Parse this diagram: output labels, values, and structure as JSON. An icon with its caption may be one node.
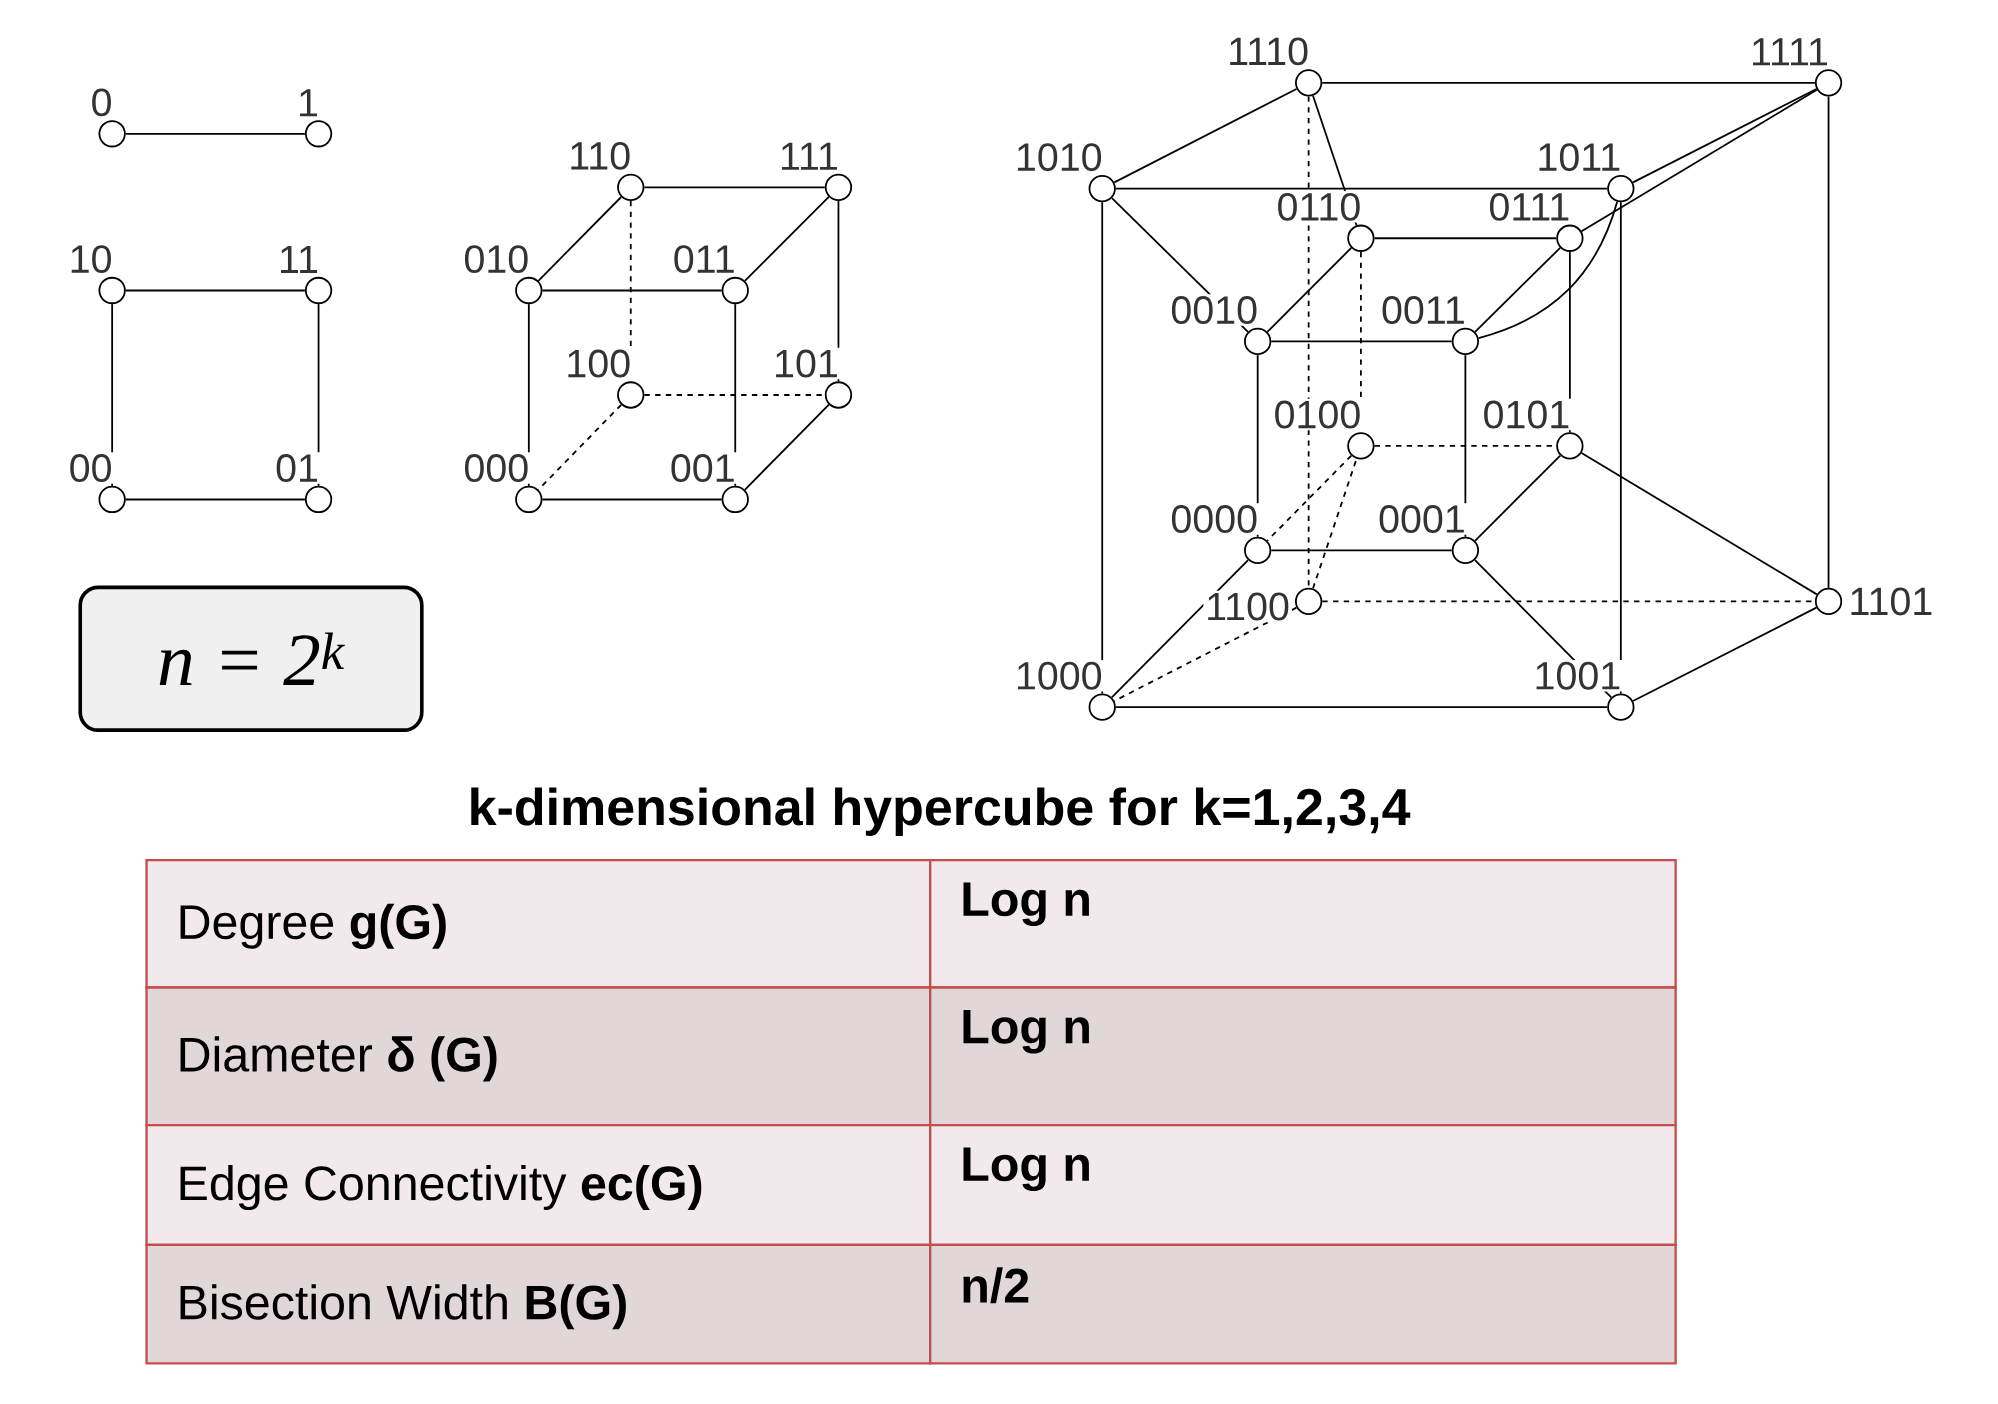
{
  "diagram": {
    "title": "k-dimensional hypercube for k=1,2,3,4",
    "nodes": [
      {
        "text": [],
        "shape": "circle",
        "beside": [
          "0"
        ]
      },
      {
        "text": [],
        "shape": "circle",
        "beside": [
          "1"
        ]
      },
      {
        "text": [],
        "shape": "circle",
        "beside": [
          "10"
        ]
      },
      {
        "text": [],
        "shape": "circle",
        "beside": [
          "11"
        ]
      },
      {
        "text": [],
        "shape": "circle",
        "beside": [
          "00"
        ]
      },
      {
        "text": [],
        "shape": "circle",
        "beside": [
          "01"
        ]
      },
      {
        "text": [],
        "shape": "circle",
        "beside": [
          "110"
        ]
      },
      {
        "text": [],
        "shape": "circle",
        "beside": [
          "111"
        ]
      },
      {
        "text": [],
        "shape": "circle",
        "beside": [
          "010"
        ]
      },
      {
        "text": [],
        "shape": "circle",
        "beside": [
          "011"
        ]
      },
      {
        "text": [],
        "shape": "circle",
        "beside": [
          "100"
        ]
      },
      {
        "text": [],
        "shape": "circle",
        "beside": [
          "101"
        ]
      },
      {
        "text": [],
        "shape": "circle",
        "beside": [
          "000"
        ]
      },
      {
        "text": [],
        "shape": "circle",
        "beside": [
          "001"
        ]
      },
      {
        "text": [],
        "shape": "circle",
        "beside": [
          "1110"
        ]
      },
      {
        "text": [],
        "shape": "circle",
        "beside": [
          "1111"
        ]
      },
      {
        "text": [],
        "shape": "circle",
        "beside": [
          "1010"
        ]
      },
      {
        "text": [],
        "shape": "circle",
        "beside": [
          "1011"
        ]
      },
      {
        "text": [],
        "shape": "circle",
        "beside": [
          "0110"
        ]
      },
      {
        "text": [],
        "shape": "circle",
        "beside": [
          "0111"
        ]
      },
      {
        "text": [],
        "shape": "circle",
        "beside": [
          "0010"
        ]
      },
      {
        "text": [],
        "shape": "circle",
        "beside": [
          "0011"
        ]
      },
      {
        "text": [],
        "shape": "circle",
        "beside": [
          "0100"
        ]
      },
      {
        "text": [],
        "shape": "circle",
        "beside": [
          "0101"
        ]
      },
      {
        "text": [],
        "shape": "circle",
        "beside": [
          "0000"
        ]
      },
      {
        "text": [],
        "shape": "circle",
        "beside": [
          "0001"
        ]
      },
      {
        "text": [],
        "shape": "circle",
        "beside": [
          "1100"
        ]
      },
      {
        "text": [],
        "shape": "circle",
        "beside": [
          "1101"
        ]
      },
      {
        "text": [],
        "shape": "circle",
        "beside": [
          "1000"
        ]
      },
      {
        "text": [],
        "shape": "circle",
        "beside": [
          "1001"
        ]
      },
      {
        "text": [
          "n = 2$^{k}$"
        ]
      }
    ],
    "edges": [
      {
        "from": 0,
        "to": 1,
        "arrow": "none"
      },
      {
        "from": 2,
        "to": 3,
        "arrow": "none"
      },
      {
        "from": 2,
        "to": 4,
        "arrow": "none"
      },
      {
        "from": 3,
        "to": 5,
        "arrow": "none"
      },
      {
        "from": 4,
        "to": 5,
        "arrow": "none"
      },
      {
        "from": 6,
        "to": 7,
        "arrow": "none"
      },
      {
        "from": 8,
        "to": 9,
        "arrow": "none"
      },
      {
        "from": 10,
        "to": 11,
        "arrow": "none",
        "style": "dashed"
      },
      {
        "from": 12,
        "to": 13,
        "arrow": "none"
      },
      {
        "from": 6,
        "to": 8,
        "arrow": "none"
      },
      {
        "from": 7,
        "to": 9,
        "arrow": "none"
      },
      {
        "from": 10,
        "to": 12,
        "arrow": "none",
        "style": "dashed"
      },
      {
        "from": 11,
        "to": 13,
        "arrow": "none"
      },
      {
        "from": 6,
        "to": 10,
        "arrow": "none",
        "style": "dashed"
      },
      {
        "from": 7,
        "to": 11,
        "arrow": "none"
      },
      {
        "from": 8,
        "to": 12,
        "arrow": "none"
      },
      {
        "from": 9,
        "to": 13,
        "arrow": "none"
      },
      {
        "from": 14,
        "to": 15,
        "arrow": "none"
      },
      {
        "from": 16,
        "to": 17,
        "arrow": "none"
      },
      {
        "from": 26,
        "to": 27,
        "arrow": "none",
        "style": "dashed"
      },
      {
        "from": 28,
        "to": 29,
        "arrow": "none"
      },
      {
        "from": 14,
        "to": 16,
        "arrow": "none"
      },
      {
        "from": 15,
        "to": 17,
        "arrow": "none"
      },
      {
        "from": 26,
        "to": 28,
        "arrow": "none",
        "style": "dashed"
      },
      {
        "from": 27,
        "to": 29,
        "arrow": "none"
      },
      {
        "from": 14,
        "to": 26,
        "arrow": "none",
        "style": "dashed"
      },
      {
        "from": 15,
        "to": 27,
        "arrow": "none"
      },
      {
        "from": 16,
        "to": 28,
        "arrow": "none"
      },
      {
        "from": 17,
        "to": 29,
        "arrow": "none"
      },
      {
        "from": 18,
        "to": 19,
        "arrow": "none"
      },
      {
        "from": 20,
        "to": 21,
        "arrow": "none"
      },
      {
        "from": 22,
        "to": 23,
        "arrow": "none",
        "style": "dashed"
      },
      {
        "from": 24,
        "to": 25,
        "arrow": "none"
      },
      {
        "from": 18,
        "to": 20,
        "arrow": "none"
      },
      {
        "from": 19,
        "to": 21,
        "arrow": "none"
      },
      {
        "from": 22,
        "to": 24,
        "arrow": "none",
        "style": "dashed"
      },
      {
        "from": 23,
        "to": 25,
        "arrow": "none"
      },
      {
        "from": 18,
        "to": 22,
        "arrow": "none",
        "style": "dashed"
      },
      {
        "from": 19,
        "to": 23,
        "arrow": "none"
      },
      {
        "from": 20,
        "to": 24,
        "arrow": "none"
      },
      {
        "from": 21,
        "to": 25,
        "arrow": "none"
      },
      {
        "from": 14,
        "to": 18,
        "arrow": "none"
      },
      {
        "from": 15,
        "to": 19,
        "arrow": "none"
      },
      {
        "from": 16,
        "to": 20,
        "arrow": "none"
      },
      {
        "from": 17,
        "to": 21,
        "arrow": "none"
      },
      {
        "from": 26,
        "to": 22,
        "arrow": "none",
        "style": "dashed"
      },
      {
        "from": 27,
        "to": 23,
        "arrow": "none"
      },
      {
        "from": 28,
        "to": 24,
        "arrow": "none"
      },
      {
        "from": 29,
        "to": 25,
        "arrow": "none"
      }
    ],
    "labels": [
      "Degree **g(G)**",
      "Log n",
      "Diameter **δ (G)**",
      "Log n",
      "Edge Connectivity **ec(G)**",
      "Log n",
      "Bisection Width **B(G)**",
      "n/2"
    ]
  }
}
